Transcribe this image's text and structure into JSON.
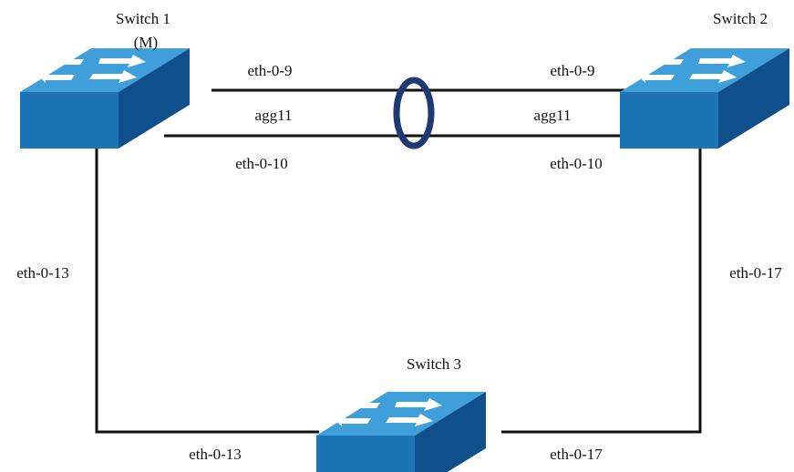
{
  "colors": {
    "switch_top": "#3f9fda",
    "switch_front": "#1c74b6",
    "switch_side": "#0f4f8c",
    "arrow": "#ffffff",
    "link": "#111111",
    "lag_ring": "#1f3a72"
  },
  "switches": {
    "s1": {
      "name": "Switch 1",
      "role": "(M)",
      "icon": "network-switch-icon"
    },
    "s2": {
      "name": "Switch 2",
      "icon": "network-switch-icon"
    },
    "s3": {
      "name": "Switch 3",
      "icon": "network-switch-icon"
    }
  },
  "links": {
    "s1_s2_top": {
      "s1_port": "eth-0-9",
      "s2_port": "eth-0-9"
    },
    "s1_s2_bottom": {
      "s1_port": "eth-0-10",
      "s2_port": "eth-0-10"
    },
    "aggregation": {
      "s1_label": "agg11",
      "s2_label": "agg11",
      "icon": "link-aggregation-ring-icon"
    },
    "s1_s3": {
      "s1_port": "eth-0-13",
      "s3_port": "eth-0-13"
    },
    "s2_s3": {
      "s2_port": "eth-0-17",
      "s3_port": "eth-0-17"
    }
  }
}
